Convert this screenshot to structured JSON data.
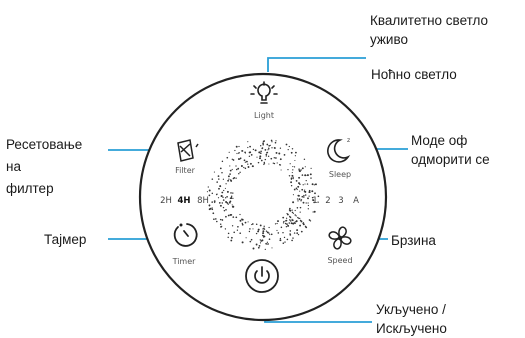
{
  "colors": {
    "accent": "#2a9fd6",
    "ring": "#222222",
    "text": "#1a1a1a"
  },
  "callouts": {
    "light_quality": [
      "Квалитетно светло",
      "уживо"
    ],
    "night_light": "Ноћно светло",
    "filter_reset": [
      "Ресетовање",
      "на",
      "филтер"
    ],
    "sleep_mode": [
      "Моде оф",
      "одморити се"
    ],
    "timer": "Тајмер",
    "speed": "Брзина",
    "power": [
      "Укључено /",
      "Искључено"
    ]
  },
  "panel": {
    "light_label": "Light",
    "filter_label": "Filter",
    "sleep_label": "Sleep",
    "timer_label": "Timer",
    "speed_label": "Speed",
    "timer_options": [
      "2H",
      "4H",
      "8H"
    ],
    "timer_selected": "4H",
    "speed_options": [
      "1",
      "2",
      "3",
      "A"
    ]
  },
  "icons": [
    "light-icon",
    "filter-icon",
    "sleep-icon",
    "timer-icon",
    "fan-icon",
    "power-icon"
  ]
}
